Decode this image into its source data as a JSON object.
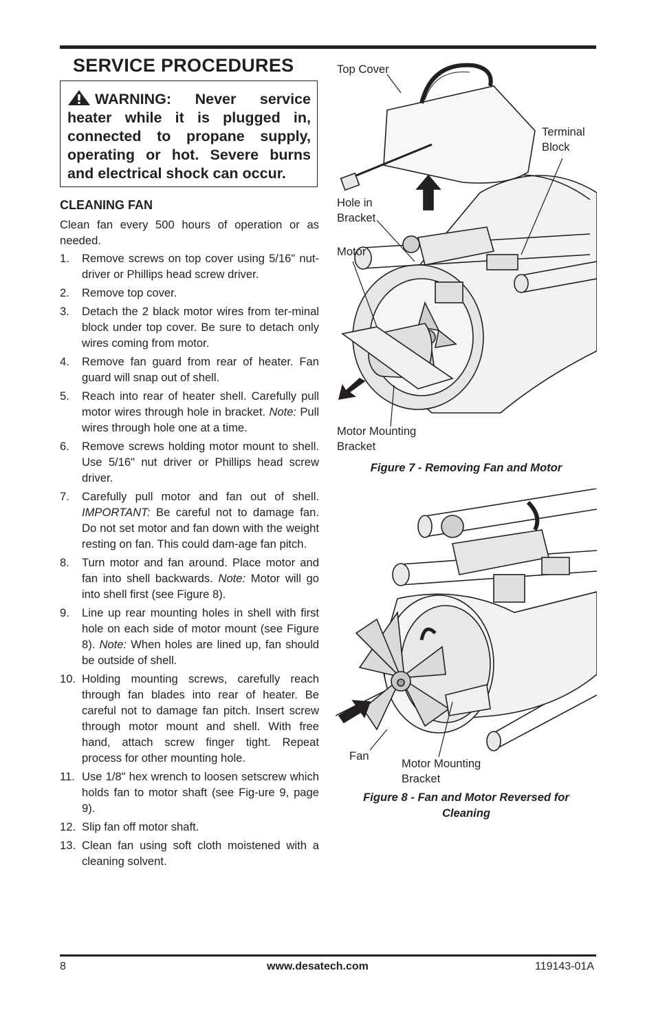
{
  "header": {
    "title": "SERVICE PROCEDURES"
  },
  "warning": {
    "text": "WARNING: Never service heater while it is plugged in, connected to propane supply, operating or hot. Severe burns and electrical shock can occur."
  },
  "section": {
    "heading": "CLEANING FAN",
    "intro": "Clean fan every 500 hours of operation or as needed."
  },
  "steps": [
    {
      "num": "1.",
      "parts": [
        "Remove screws on top cover using 5/16\" nut-driver or Phillips head screw driver."
      ]
    },
    {
      "num": "2.",
      "parts": [
        "Remove top cover."
      ]
    },
    {
      "num": "3.",
      "parts": [
        "Detach the 2 black motor wires from ter-minal block under top cover. Be sure to detach only wires coming from motor."
      ]
    },
    {
      "num": "4.",
      "parts": [
        "Remove fan guard from rear of heater. Fan guard will snap out of shell."
      ]
    },
    {
      "num": "5.",
      "parts": [
        "Reach into rear of heater shell. Carefully pull motor wires through hole in bracket. ",
        "Note:",
        " Pull wires through hole one at a time."
      ]
    },
    {
      "num": "6.",
      "parts": [
        "Remove screws holding motor mount to shell. Use 5/16\" nut driver or Phillips head screw driver."
      ]
    },
    {
      "num": "7.",
      "parts": [
        "Carefully pull motor and fan out of shell. ",
        "IMPORTANT:",
        " Be careful not to damage fan. Do not set motor and fan down with the weight resting on fan. This could dam-age fan pitch."
      ]
    },
    {
      "num": "8.",
      "parts": [
        "Turn motor and fan around. Place motor and fan into shell backwards. ",
        "Note:",
        " Motor will go into shell first (see Figure 8)."
      ]
    },
    {
      "num": "9.",
      "parts": [
        "Line up rear mounting holes in shell with first hole on each side of motor mount (see Figure 8). ",
        "Note:",
        " When holes are lined up, fan should be outside of shell."
      ]
    },
    {
      "num": "10.",
      "parts": [
        "Holding mounting screws, carefully reach through fan blades into rear of heater. Be careful not to damage fan pitch. Insert screw through motor mount and shell. With free hand, attach screw finger tight. Repeat process for other mounting hole."
      ]
    },
    {
      "num": "11.",
      "parts": [
        "Use 1/8\" hex wrench to loosen setscrew which holds fan to motor shaft (see Fig-ure 9, page 9)."
      ]
    },
    {
      "num": "12.",
      "parts": [
        "Slip fan off motor shaft."
      ]
    },
    {
      "num": "13.",
      "parts": [
        "Clean fan using soft cloth moistened with a cleaning solvent."
      ]
    }
  ],
  "figure7": {
    "labels": {
      "top_cover": "Top Cover",
      "terminal_block": "Terminal\nBlock",
      "hole_in_bracket": "Hole in\nBracket",
      "motor": "Motor",
      "motor_mounting_bracket": "Motor Mounting\nBracket"
    },
    "caption": "Figure 7 - Removing Fan and Motor"
  },
  "figure8": {
    "labels": {
      "fan": "Fan",
      "motor_mounting_bracket": "Motor Mounting\nBracket"
    },
    "caption": "Figure 8 - Fan and Motor Reversed for\nCleaning"
  },
  "footer": {
    "page_number": "8",
    "url": "www.desatech.com",
    "doc_number": "119143-01A"
  },
  "icons": [
    "warning-triangle-icon"
  ]
}
